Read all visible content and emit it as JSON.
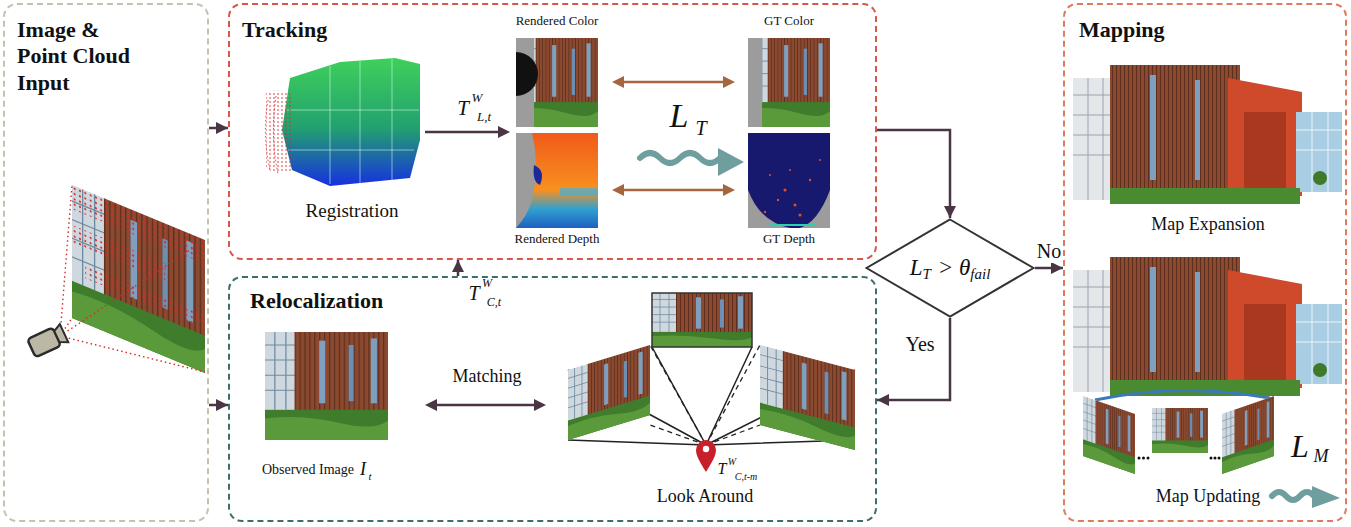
{
  "diagram": {
    "nodes": [
      {
        "text": [
          "Image & Point Cloud Input"
        ]
      },
      {
        "text": [
          "Tracking"
        ]
      },
      {
        "text": [
          "Relocalization"
        ]
      },
      {
        "text": [
          "L",
          "T",
          "> θ",
          "fail"
        ]
      },
      {
        "text": [
          "Mapping"
        ]
      }
    ],
    "edges": [
      {
        "from": 0,
        "to": 1,
        "arrow": "to"
      },
      {
        "from": 0,
        "to": 2,
        "arrow": "to"
      },
      {
        "from": 1,
        "to": 3,
        "arrow": "to"
      },
      {
        "from": 3,
        "to": 4,
        "label": "No",
        "arrow": "to"
      },
      {
        "from": 3,
        "to": 2,
        "label": "Yes",
        "arrow": "to"
      },
      {
        "from": 2,
        "to": 1,
        "arrow": "to"
      }
    ],
    "labels": [
      "Rendered Color",
      "GT Color",
      "Registration",
      "T",
      "W",
      "L,t",
      "L",
      "T",
      "Rendered Depth",
      "GT Depth",
      "T",
      "W",
      "C,t",
      "Matching",
      "Observed Image",
      "I",
      "t",
      "T",
      "W",
      "C,t-m",
      "Look Around",
      "Map Expansion",
      "Map Updating",
      "L",
      "M"
    ]
  }
}
